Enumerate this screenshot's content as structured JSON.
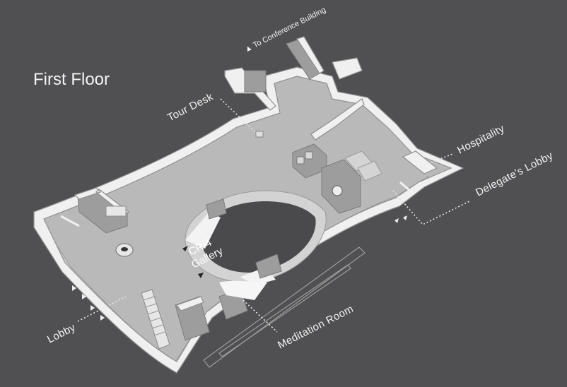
{
  "map": {
    "title": "First Floor",
    "labels": {
      "to_conference": "▲ To Conference Building",
      "tour_desk": "Tour Desk",
      "hospitality": "Hospitality",
      "delegates_lobby": "Delegate's Lobby",
      "cr4_line1": "CR 4",
      "cr4_line2": "Gallery",
      "meditation_room": "Meditation Room",
      "lobby": "Lobby"
    },
    "colors": {
      "background": "#505052",
      "floor": "#b9b9b9",
      "wall_top": "#f0f0f0",
      "text": "#f2f2f2"
    }
  }
}
